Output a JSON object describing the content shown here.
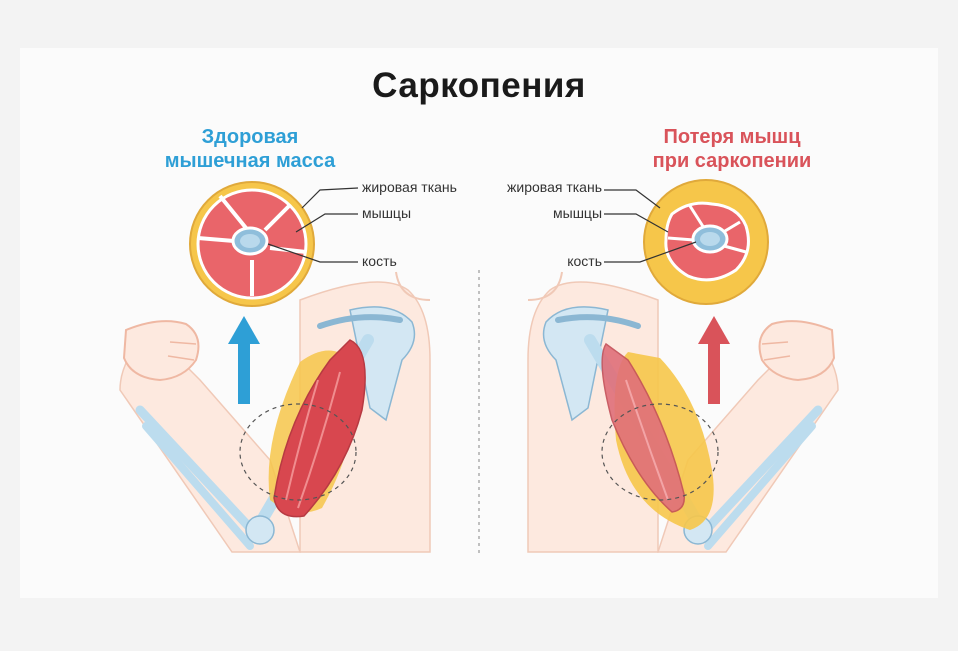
{
  "title": "Саркопения",
  "healthy": {
    "heading_line1": "Здоровая",
    "heading_line2": "мышечная масса",
    "labels": {
      "fat": "жировая ткань",
      "muscles": "мышцы",
      "bone": "кость"
    }
  },
  "sarcopenia": {
    "heading_line1": "Потеря мышц",
    "heading_line2": "при саркопении",
    "labels": {
      "fat": "жировая ткань",
      "muscles": "мышцы",
      "bone": "кость"
    }
  },
  "colors": {
    "healthy_accent": "#2e9fd6",
    "sarcopenia_accent": "#d9535a",
    "fat": "#f6c64a",
    "muscle": "#e0535a",
    "bone": "#a9cde3",
    "skin": "#fbe1d4"
  }
}
